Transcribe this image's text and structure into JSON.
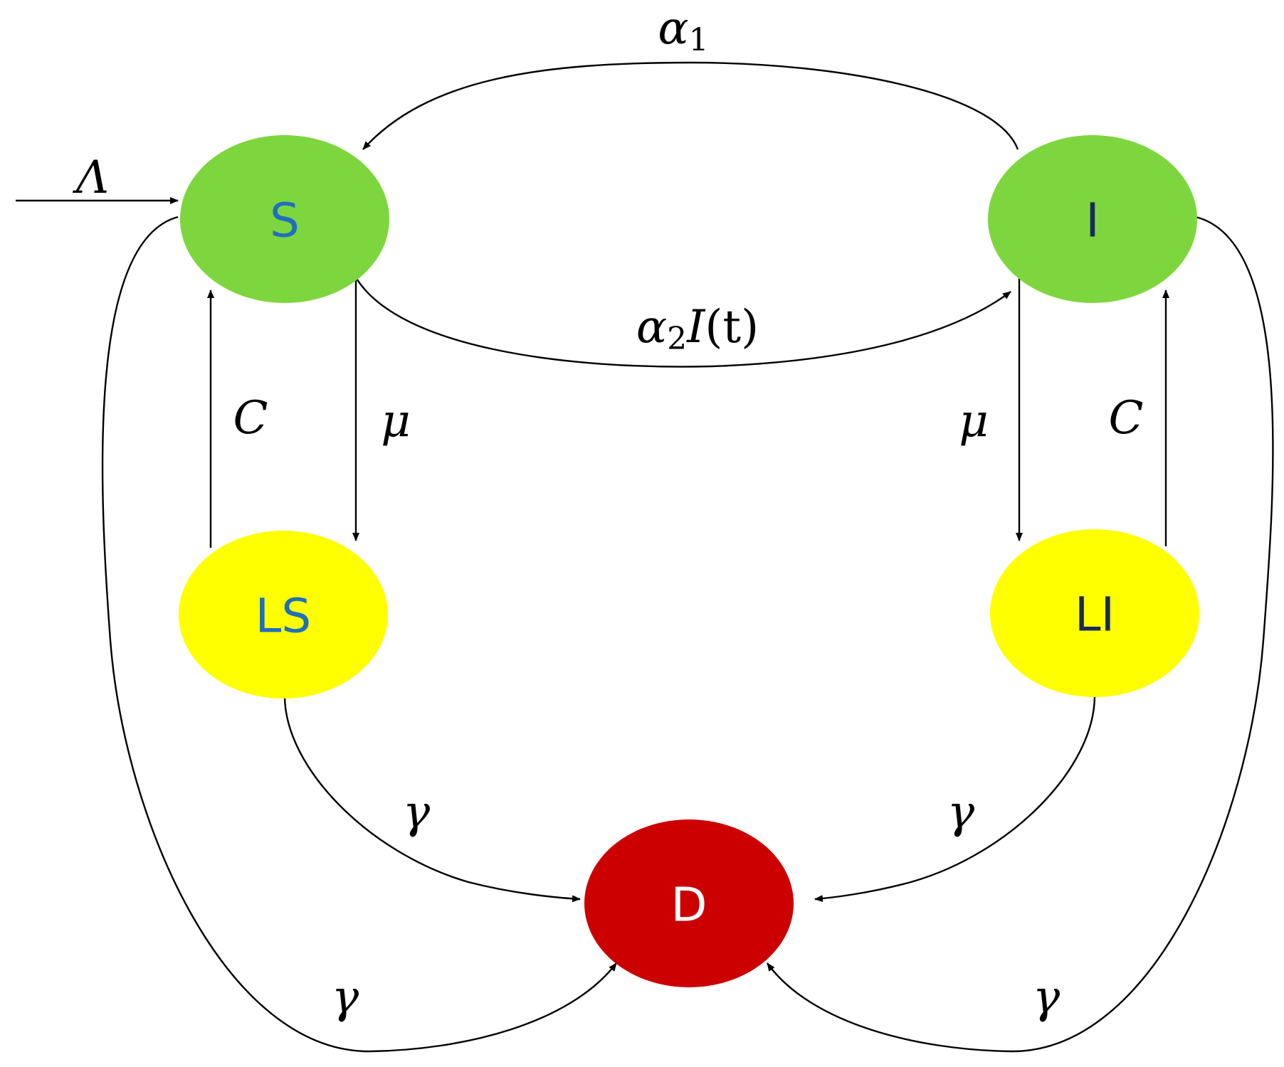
{
  "nodes": {
    "S": {
      "label": "S",
      "fill": "#7ed63e",
      "text_color": "#1f6fbf"
    },
    "I": {
      "label": "I",
      "fill": "#7ed63e",
      "text_color": "#1a2a5a"
    },
    "LS": {
      "label": "LS",
      "fill": "#ffff00",
      "text_color": "#1f6fbf"
    },
    "LI": {
      "label": "LI",
      "fill": "#ffff00",
      "text_color": "#1a2a5a"
    },
    "D": {
      "label": "D",
      "fill": "#cc0000",
      "text_color": "#ffffff"
    }
  },
  "rates": {
    "lambda": "Λ",
    "alpha1": {
      "symbol": "α",
      "subscript": "1"
    },
    "alpha2": {
      "symbol": "α",
      "subscript": "2",
      "rest": "I",
      "arg": "(t)"
    },
    "c": "C",
    "mu": "μ",
    "gamma": "γ"
  },
  "edges": [
    {
      "from": "external",
      "to": "S",
      "rate": "Λ"
    },
    {
      "from": "I",
      "to": "S",
      "rate": "α1"
    },
    {
      "from": "S",
      "to": "I",
      "rate": "α2 I(t)"
    },
    {
      "from": "S",
      "to": "LS",
      "rate": "μ"
    },
    {
      "from": "LS",
      "to": "S",
      "rate": "C"
    },
    {
      "from": "I",
      "to": "LI",
      "rate": "μ"
    },
    {
      "from": "LI",
      "to": "I",
      "rate": "C"
    },
    {
      "from": "LS",
      "to": "D",
      "rate": "γ"
    },
    {
      "from": "LI",
      "to": "D",
      "rate": "γ"
    },
    {
      "from": "S",
      "to": "D",
      "rate": "γ"
    },
    {
      "from": "I",
      "to": "D",
      "rate": "γ"
    }
  ]
}
